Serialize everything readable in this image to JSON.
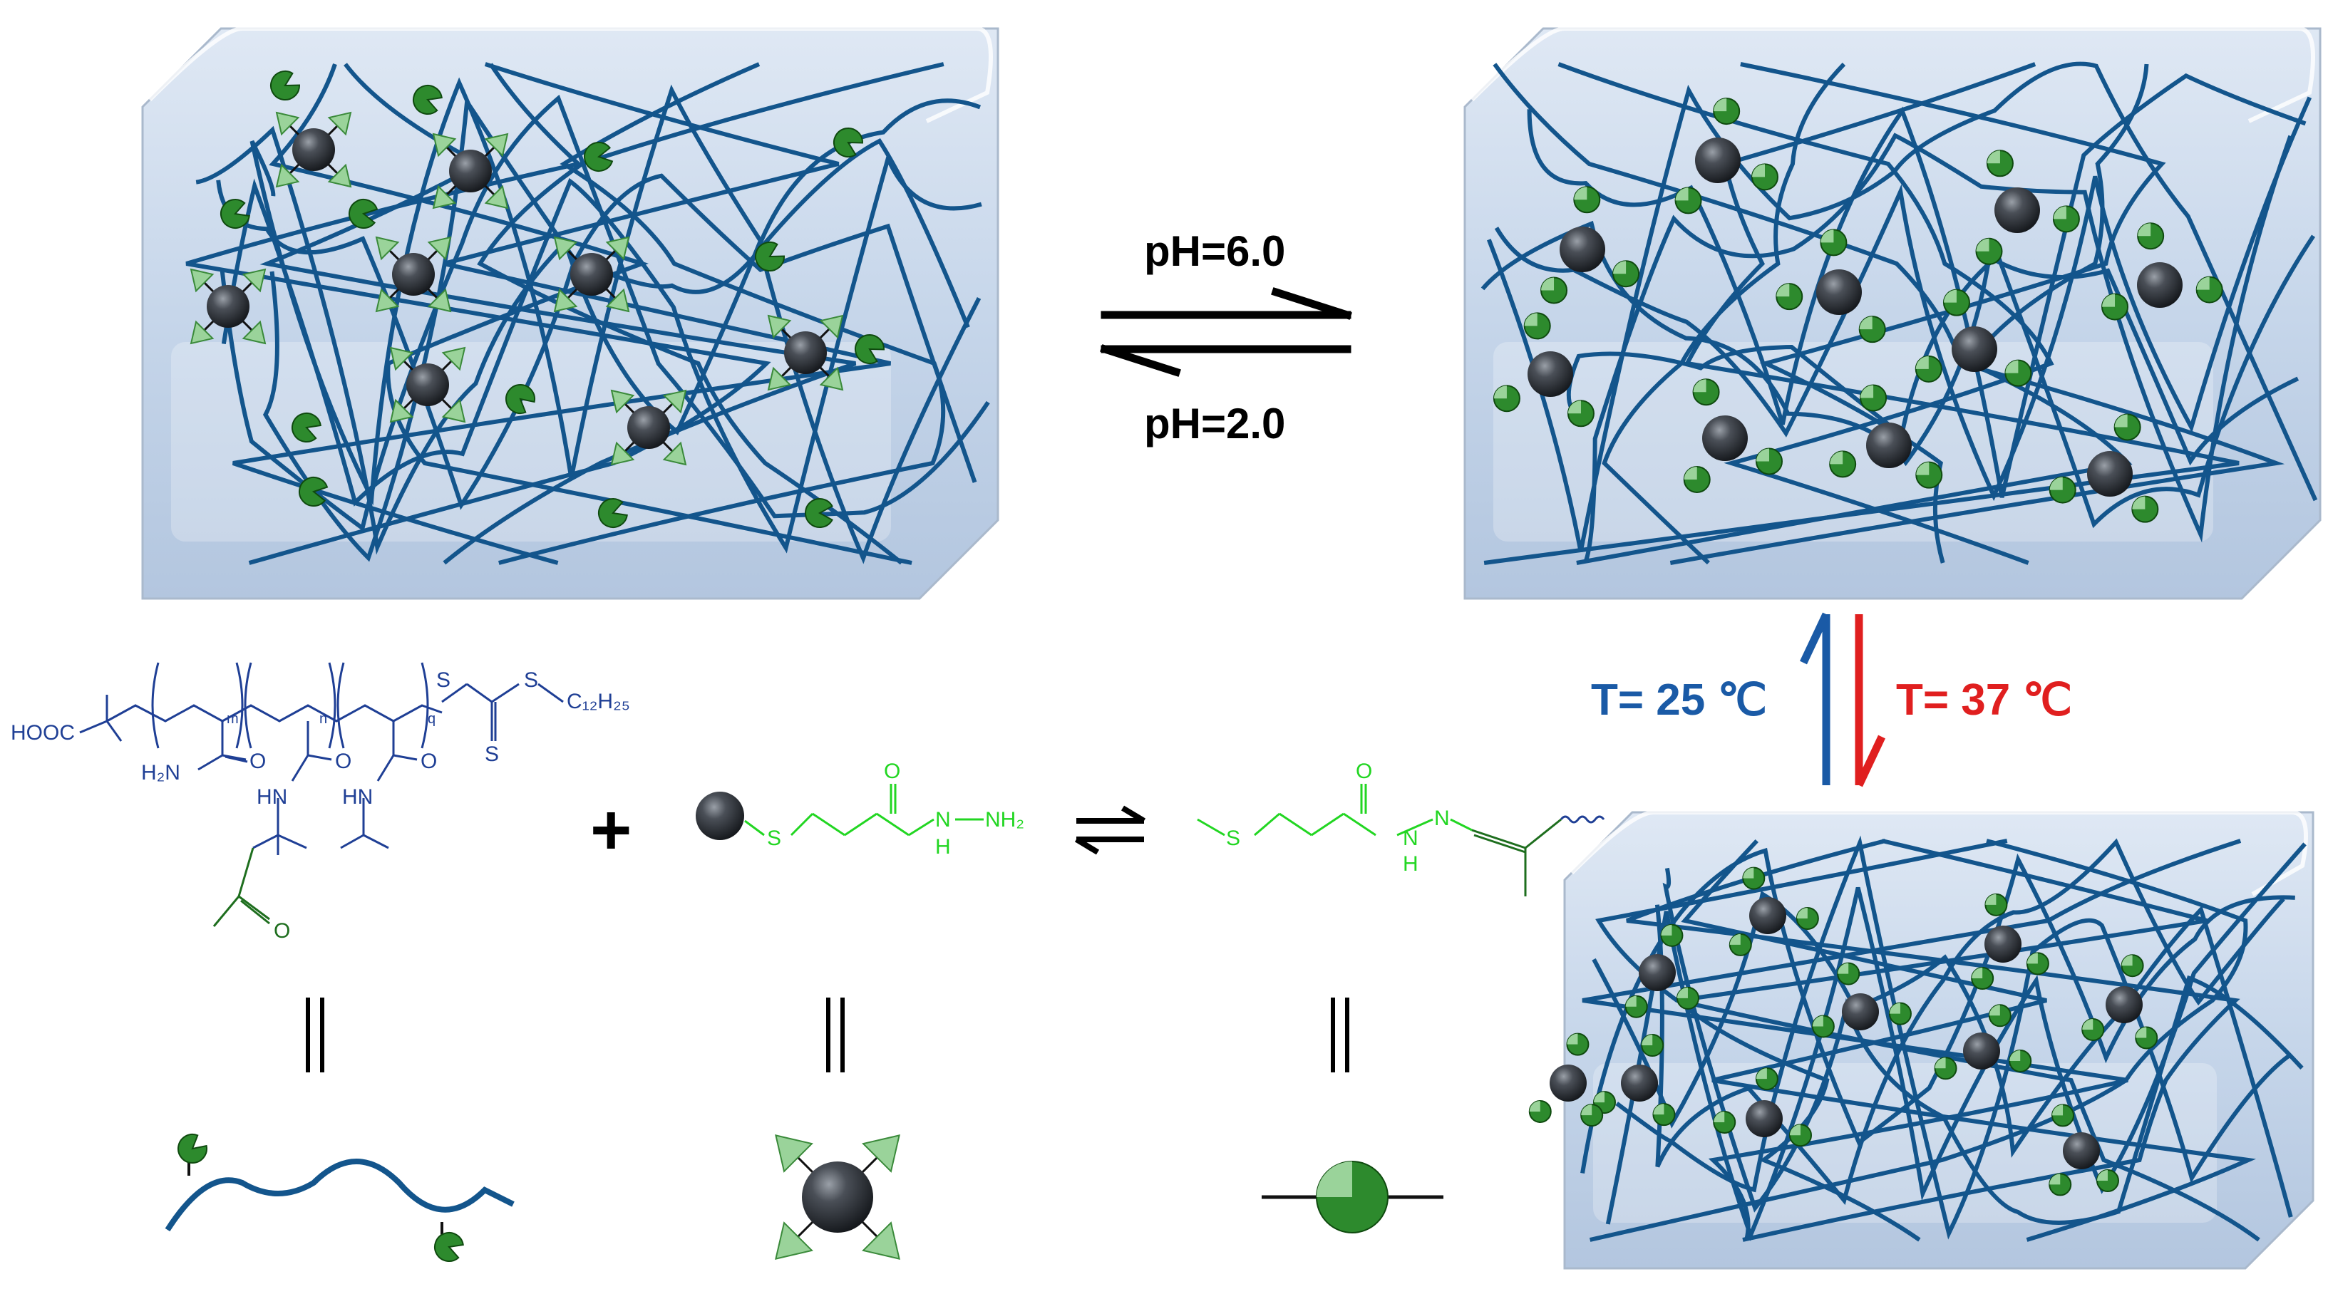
{
  "conditions": {
    "ph_high": "pH=6.0",
    "ph_low": "pH=2.0",
    "temp_low": "T= 25 ℃",
    "temp_high": "T= 37 ℃"
  },
  "chemistry": {
    "polymer": {
      "hooc": "HOOC",
      "h2n": "H₂N",
      "hn1": "HN",
      "hn2": "HN",
      "o1": "O",
      "o2": "O",
      "o3": "O",
      "o4": "O",
      "s1": "S",
      "s2": "S",
      "s3": "S",
      "sub_m": "m",
      "sub_n": "n",
      "sub_q": "q",
      "c12h25": "C₁₂H₂₅"
    },
    "plus": "+",
    "hydrazide": {
      "s": "S",
      "o": "O",
      "n": "N",
      "h": "H",
      "nh2": "NH₂"
    },
    "hydrazone": {
      "s": "S",
      "o": "O",
      "n1": "N",
      "h": "H",
      "n2": "N"
    },
    "equals": "||"
  },
  "colors": {
    "polymer_blue": "#1f3f95",
    "chain_blue": "#13558c",
    "ketone_green": "#1e6e1e",
    "hydrazide_green": "#22d622",
    "temp_low": "#1a5aa6",
    "temp_high": "#e01f1f",
    "gel_fill": "#c6d6ea",
    "particle_dark": "#2b2f36",
    "triangle_light": "#9ad39a",
    "pacman_green": "#2d8a2d"
  },
  "legend": {
    "polymer_icon": "polymer-chain-with-ketone-groups",
    "particle_icon": "hydrazide-functionalized-nanoparticle",
    "bond_icon": "acylhydrazone-bond"
  }
}
